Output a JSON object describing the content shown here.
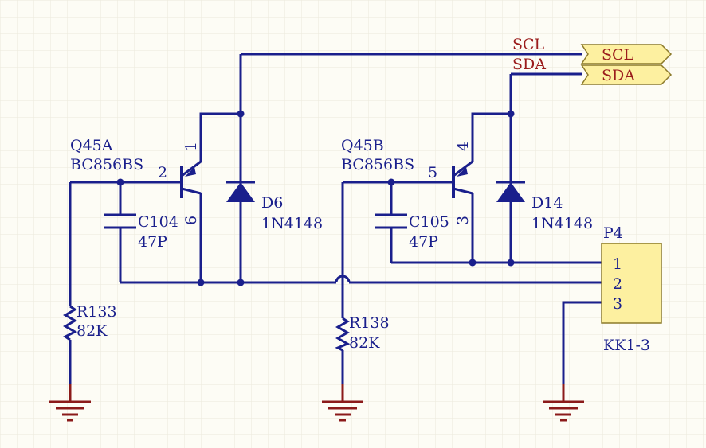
{
  "colors": {
    "wire": "#1a1f8c",
    "ground": "#8b1a1a",
    "connector_fill": "#fdf0a0",
    "connector_border": "#8c7a2a",
    "net_label": "#9b1c1c",
    "grid": "#ece9dc",
    "background": "#fdfcf5"
  },
  "nets": {
    "scl": "SCL",
    "sda": "SDA"
  },
  "ports": {
    "scl": "SCL",
    "sda": "SDA"
  },
  "q45a": {
    "ref": "Q45A",
    "part": "BC856BS",
    "pin_base": "2",
    "pin_collector": "1",
    "pin_emitter": "6"
  },
  "q45b": {
    "ref": "Q45B",
    "part": "BC856BS",
    "pin_base": "5",
    "pin_collector": "4",
    "pin_emitter": "3"
  },
  "d6": {
    "ref": "D6",
    "part": "1N4148"
  },
  "d14": {
    "ref": "D14",
    "part": "1N4148"
  },
  "c104": {
    "ref": "C104",
    "value": "47P"
  },
  "c105": {
    "ref": "C105",
    "value": "47P"
  },
  "r133": {
    "ref": "R133",
    "value": "82K"
  },
  "r138": {
    "ref": "R138",
    "value": "82K"
  },
  "p4": {
    "ref": "P4",
    "part": "KK1-3",
    "pins": [
      "1",
      "2",
      "3"
    ]
  }
}
